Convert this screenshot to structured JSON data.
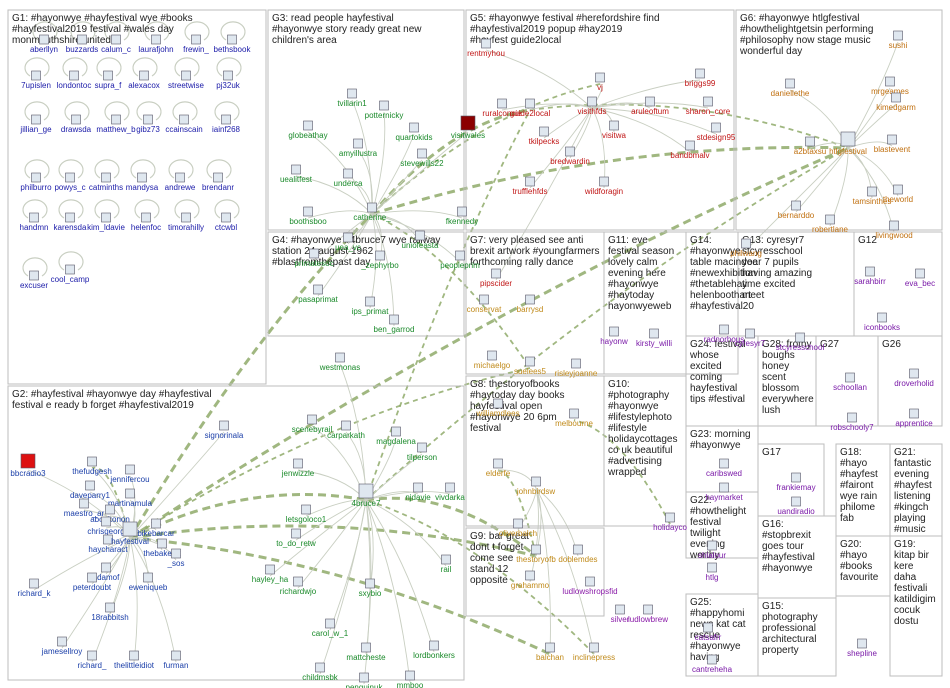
{
  "groups": [
    {
      "id": "G1",
      "lines": [
        "G1: #hayonwye #hayfestival wye #books",
        "#hayfestival2019 festival #wales day",
        "monmouthshire united"
      ],
      "nodes": [
        "aberllyn",
        "buzzards",
        "calum_c",
        "laurafjohn",
        "frewin_",
        "bethsbook",
        "7upislen",
        "londontoc",
        "supra_f",
        "alexacox",
        "streetwise",
        "pj32uk",
        "jillian_ge",
        "drawsda",
        "matthew_b",
        "gibz73",
        "ccainscain",
        "iainf268",
        "philburro",
        "powys_c",
        "catminths",
        "mandysa",
        "andrewe",
        "brendanr",
        "handmn",
        "karensda",
        "kim_ldavie",
        "helenfoc",
        "timorahilly",
        "ctcwbl",
        "excuser",
        "cool_camp"
      ]
    },
    {
      "id": "G2",
      "lines": [
        "G2: #hayfestival #hayonwye day #hayfestival",
        "festival e ready b forget #hayfestival2019"
      ],
      "nodes": [
        "bbcradio3",
        "thefudgesh",
        "jennifercou",
        "daveparry1",
        "maestro_ar",
        "martinamula",
        "abookonon",
        "chrisgeorg",
        "haycharact",
        "bikebarcar",
        "hayfestival",
        "thebakerst",
        "_sos",
        "adamof",
        "richard_k",
        "peterdoubt",
        "eweniqueb",
        "18rabbitsh",
        "jamesellroy",
        "richard_",
        "thelittleidiot",
        "furman",
        "signorinala"
      ]
    },
    {
      "id": "G3",
      "lines": [
        "G3: read people hayfestival",
        "#hayonwye story ready great new",
        "children's area"
      ],
      "nodes": [
        "tvillarin1",
        "potternicky",
        "globeathay",
        "amyillustra",
        "quartokids",
        "stevewills22",
        "uealitfest",
        "underca",
        "fkennedy",
        "catherine_",
        "boothsboo",
        "uea_vc",
        "uniofeasta",
        "primatesoc",
        "_zephyrbo",
        "peopleprim",
        "pasaprimat",
        "ips_primat",
        "ben_garrod",
        "visitwales"
      ]
    },
    {
      "id": "G4",
      "lines": [
        "G4: #hayonwye #4bruce7 wye railway",
        "station 24 august 1962",
        "#blastfromthepast day"
      ],
      "nodes": [
        "westmonas",
        "scenebyrail",
        "carparkath",
        "magdalena",
        "tilperson",
        "jenwizzle",
        "letsgoloco1",
        "4bruce7",
        "njdavie",
        "vivdarka",
        "to_do_retw",
        "hayley_ha",
        "richardwjo",
        "sxybio",
        "rail",
        "carol_w_1",
        "mattcheste",
        "lordbonkers",
        "childmsbk",
        "penguinuk",
        "mmboo"
      ]
    },
    {
      "id": "G5",
      "lines": [
        "G5: #hayonwye festival #herefordshire find",
        "#hayfestival2019 popup #hay2019",
        "#hayfest guide2local"
      ],
      "nodes": [
        "rentmyhou",
        "ruralconcie",
        "guide2local",
        "vj",
        "briggs99",
        "sharon_core",
        "visithfds",
        "aruleoftum",
        "stdesign95",
        "visitwa",
        "tkilpecks",
        "bandbmalv",
        "bredwardin",
        "trufflehfds",
        "wildforagin",
        "pipscider"
      ]
    },
    {
      "id": "G6",
      "lines": [
        "G6: #hayonwye htlgfestival",
        "#howthelightgetsin performing",
        "#philosophy now stage music",
        "wonderful day"
      ],
      "nodes": [
        "sushi",
        "daniellethe",
        "mrgeames",
        "kimedgarm",
        "a2btaxsu",
        "htlgfestival",
        "blastevent",
        "bernarddo",
        "tamsinthes",
        "theworld",
        "robertlane",
        "livingwood",
        "philwang"
      ]
    },
    {
      "id": "G7",
      "lines": [
        "G7: very pleased see anti",
        "brexit artwork #youngfarmers",
        "forthcoming rally dance"
      ],
      "nodes": [
        "conservat",
        "barrysd",
        "michaelgo",
        "suelees5",
        "risleyjoanne",
        "williamdlees",
        "melbourne"
      ]
    },
    {
      "id": "G8",
      "lines": [
        "G8: thestoryofbooks",
        "#haytoday day books",
        "hayfestival open",
        "#hayonwye 20 6pm",
        "festival"
      ],
      "nodes": [
        "elderfe",
        "johnbirdsw",
        "oliverbalch",
        "thestoryofb",
        "doblemdes",
        "grahammo",
        "balchan",
        "inclinepress"
      ]
    },
    {
      "id": "G9",
      "lines": [
        "G9: bar great",
        "dont t forget",
        "come see",
        "stand 12",
        "opposite"
      ],
      "nodes": [
        "ludlowshropsfid",
        "silver",
        "ludlowbrew"
      ]
    },
    {
      "id": "G10",
      "lines": [
        "G10:",
        "#photography",
        "#hayonwye",
        "#lifestylephoto",
        "#lifestyle",
        "holidaycottages",
        "co uk beautiful",
        "#advertising",
        "wrapped"
      ],
      "nodes": [
        "holidayco"
      ]
    },
    {
      "id": "G11",
      "lines": [
        "G11: eve",
        "festival season",
        "lovely calm",
        "evening here",
        "#hayonwye",
        "#haytoday",
        "hayonwyeweb"
      ],
      "nodes": [
        "hayonw",
        "kirsty_willi"
      ]
    },
    {
      "id": "G12",
      "lines": [
        "G12"
      ],
      "nodes": [
        "sarahbirr",
        "eva_bec",
        "iconbooks"
      ]
    },
    {
      "id": "G13",
      "lines": [
        "G13: cyresyr7",
        "stcyresschool",
        "year 7 pupils",
        "having amazing",
        "time excited",
        "meet"
      ],
      "nodes": [
        "cyresyr7",
        "stcyresschool"
      ]
    },
    {
      "id": "G14",
      "lines": [
        "G14:",
        "#hayonwye",
        "table macindoe",
        "#newexhibition",
        "#thetablehay",
        "helenboothart",
        "#hayfestival20"
      ],
      "nodes": [
        "radnorhous"
      ]
    },
    {
      "id": "G15",
      "lines": [
        "G15:",
        "photography",
        "professional",
        "architectural",
        "property"
      ],
      "nodes": []
    },
    {
      "id": "G16",
      "lines": [
        "G16:",
        "#stopbrexit",
        "goes tour",
        "#hayfestival",
        "#hayonwye"
      ],
      "nodes": []
    },
    {
      "id": "G17",
      "lines": [
        "G17"
      ],
      "nodes": [
        "frankiemay",
        "uandiradio"
      ]
    },
    {
      "id": "G18",
      "lines": [
        "G18:",
        "#hayo",
        "#hayfest",
        "#fairont",
        "wye rain",
        "philome",
        "fab"
      ],
      "nodes": []
    },
    {
      "id": "G19",
      "lines": [
        "G19:",
        "kitap bir",
        "kere",
        "daha",
        "festivali",
        "katildigim",
        "cocuk",
        "dostu"
      ],
      "nodes": []
    },
    {
      "id": "G20",
      "lines": [
        "G20:",
        "#hayo",
        "#books",
        "favourite"
      ],
      "nodes": [
        "shepline"
      ]
    },
    {
      "id": "G21",
      "lines": [
        "G21:",
        "fantastic",
        "evening",
        "#hayfest",
        "listening",
        "#kingch",
        "playing",
        "#music"
      ],
      "nodes": []
    },
    {
      "id": "G22",
      "lines": [
        "G22:",
        "#howthelight",
        "festival",
        "twilight",
        "evening",
        "worthy"
      ],
      "nodes": [
        "shlalour",
        "htlg"
      ]
    },
    {
      "id": "G23",
      "lines": [
        "G23: morning",
        "#hayonwye"
      ],
      "nodes": [
        "caribswed",
        "haymarket"
      ]
    },
    {
      "id": "G24",
      "lines": [
        "G24: festival",
        "whose",
        "excited",
        "coming",
        "hayfestival",
        "tips #festival"
      ],
      "nodes": []
    },
    {
      "id": "G25",
      "lines": [
        "G25:",
        "#happyhomi",
        "news kat cat",
        "rescue",
        "#hayonwye",
        "having"
      ],
      "nodes": [
        "catsafrr",
        "cantreheha"
      ]
    },
    {
      "id": "G26",
      "lines": [
        "G26"
      ],
      "nodes": [
        "droverholid",
        "apprentice"
      ]
    },
    {
      "id": "G27",
      "lines": [
        "G27"
      ],
      "nodes": [
        "schoollan",
        "robschooly7"
      ]
    },
    {
      "id": "G28",
      "lines": [
        "G28: frothy",
        "boughs",
        "honey",
        "scent",
        "blossom",
        "everywhere",
        "lush"
      ],
      "nodes": []
    }
  ],
  "colors": {
    "border": "#bdbdbd",
    "edge_main": "#8faa6a",
    "edge_light": "#c9cfc2",
    "text": "#222222",
    "g1": "#1a1aa8",
    "g2": "#1a3ea8",
    "g3": "#1a8a2a",
    "g4": "#1a8a2a",
    "g5": "#c01515",
    "g6": "#c07010",
    "g7": "#c08a1a",
    "g8": "#c08a1a",
    "g9": "#8a1aa8",
    "misc": "#7a1aa8"
  }
}
